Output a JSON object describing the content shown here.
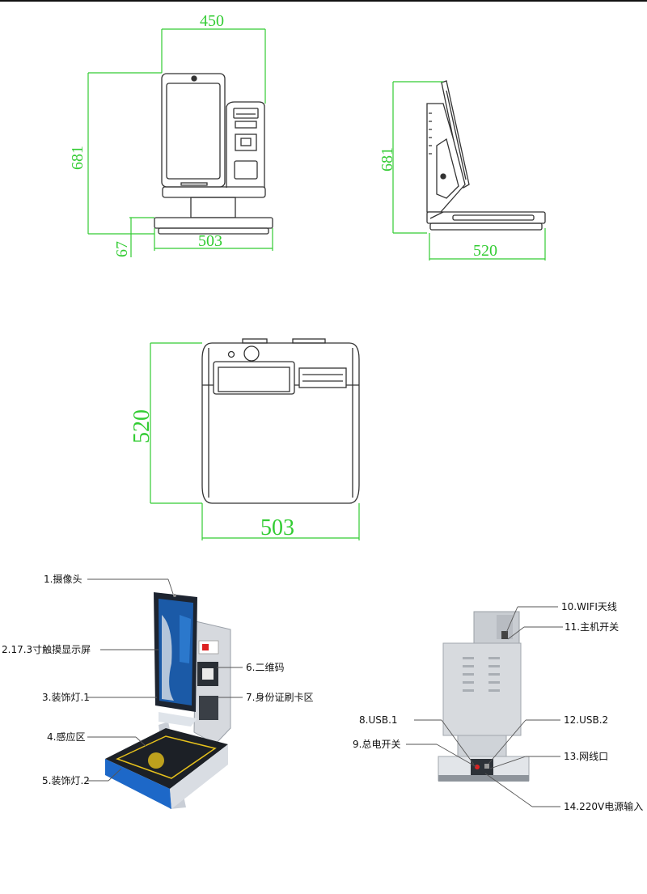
{
  "drawings": {
    "front_view": {
      "width": "450",
      "height": "681",
      "base_width": "503",
      "base_height": "67"
    },
    "side_view": {
      "height": "681",
      "depth": "520"
    },
    "top_view": {
      "depth": "520",
      "width": "503"
    }
  },
  "callouts_front": [
    "1.摄像头",
    "2.17.3寸触摸显示屏",
    "3.装饰灯.1",
    "4.感应区",
    "5.装饰灯.2",
    "6.二维码",
    "7.身份证刷卡区"
  ],
  "callouts_back": [
    "8.USB.1",
    "9.总电开关",
    "10.WIFI天线",
    "11.主机开关",
    "12.USB.2",
    "13.网线口",
    "14.220V电源输入"
  ],
  "colors": {
    "dimension": "#33cc33",
    "outline": "#333333"
  }
}
